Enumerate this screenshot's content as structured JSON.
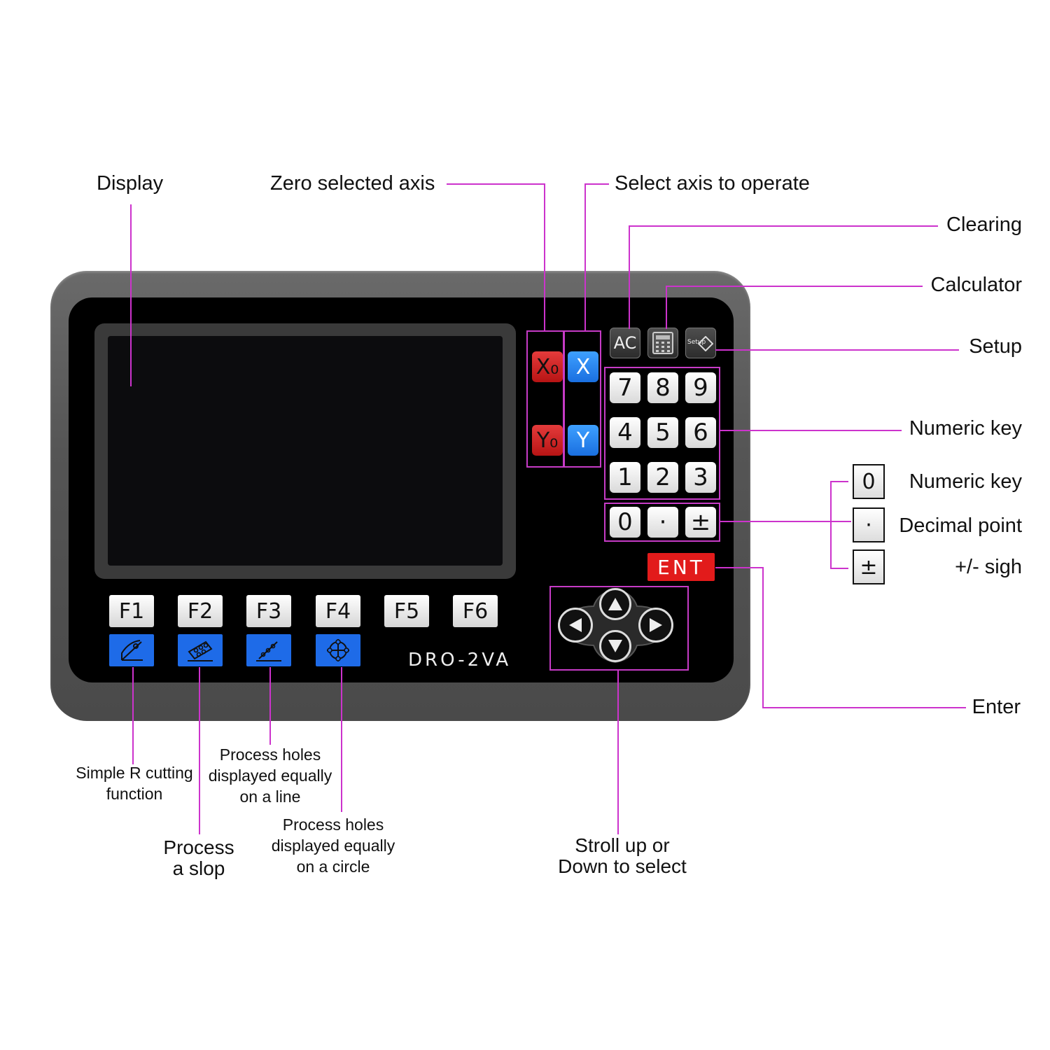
{
  "labels": {
    "display": "Display",
    "zero_axis": "Zero selected axis",
    "select_axis": "Select axis to operate",
    "clearing": "Clearing",
    "calculator": "Calculator",
    "setup": "Setup",
    "numeric_key_1": "Numeric key",
    "numeric_key_2": "Numeric key",
    "decimal_point": "Decimal point",
    "sign": "+/- sigh",
    "enter": "Enter",
    "simple_r": "Simple R cutting function",
    "holes_line": "Process holes displayed equally on a line",
    "process_slop": "Process a slop",
    "holes_circle": "Process holes displayed equally on a circle",
    "scroll": "Stroll up or Down to select"
  },
  "device": {
    "model": "DRO-2VA",
    "zero_keys": [
      "X₀",
      "Y₀"
    ],
    "axis_keys": [
      "X",
      "Y"
    ],
    "function_keys": [
      "AC",
      "▦",
      "Setup"
    ],
    "numpad": [
      "7",
      "8",
      "9",
      "4",
      "5",
      "6",
      "1",
      "2",
      "3"
    ],
    "bottom_row": [
      "0",
      "·",
      "±"
    ],
    "enter_key": "ENT",
    "f_keys": [
      "F1",
      "F2",
      "F3",
      "F4",
      "F5",
      "F6"
    ]
  },
  "side_keys": [
    "0",
    "·",
    "±"
  ],
  "colors": {
    "callout": "#cc33cc",
    "zero_key": "#d42020",
    "axis_key": "#2a86f2",
    "enter_key": "#e21b1b",
    "f_icon": "#1e6be8"
  }
}
